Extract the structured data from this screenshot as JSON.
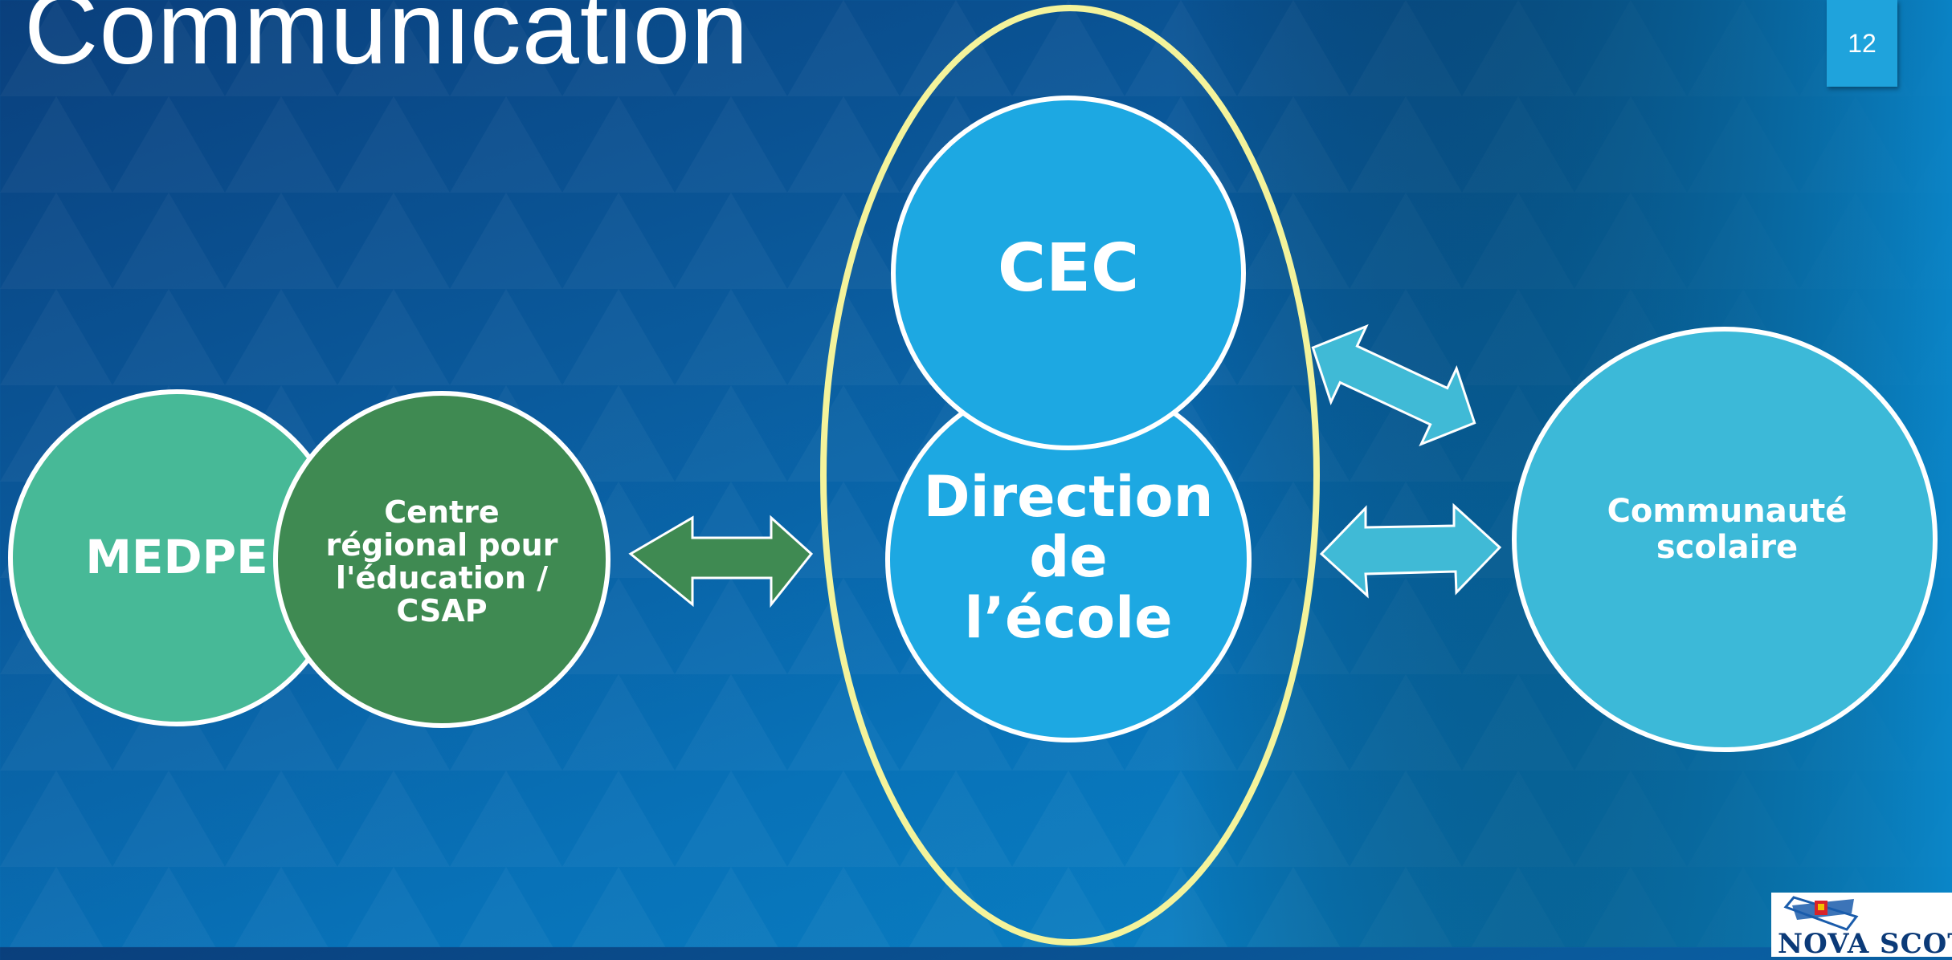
{
  "slide": {
    "title": "Communication",
    "page_number": "12"
  },
  "nodes": {
    "medpe": "MEDPE",
    "centre_regional": "Centre\nrégional pour\nl'éducation /\nCSAP",
    "cec": "CEC",
    "direction": "Direction\nde\nl’école",
    "communaute": "Communauté\nscolaire"
  },
  "logo": {
    "text": "NOVA SCOTIA"
  },
  "colors": {
    "medpe_fill": "#47b997",
    "centre_fill": "#3f8a52",
    "school_fill": "#1da8e2",
    "community_fill": "#3cb9d8",
    "group_outline": "#f4f39b",
    "green_arrow": "#3f8a52",
    "blue_arrow": "#40bad6"
  }
}
